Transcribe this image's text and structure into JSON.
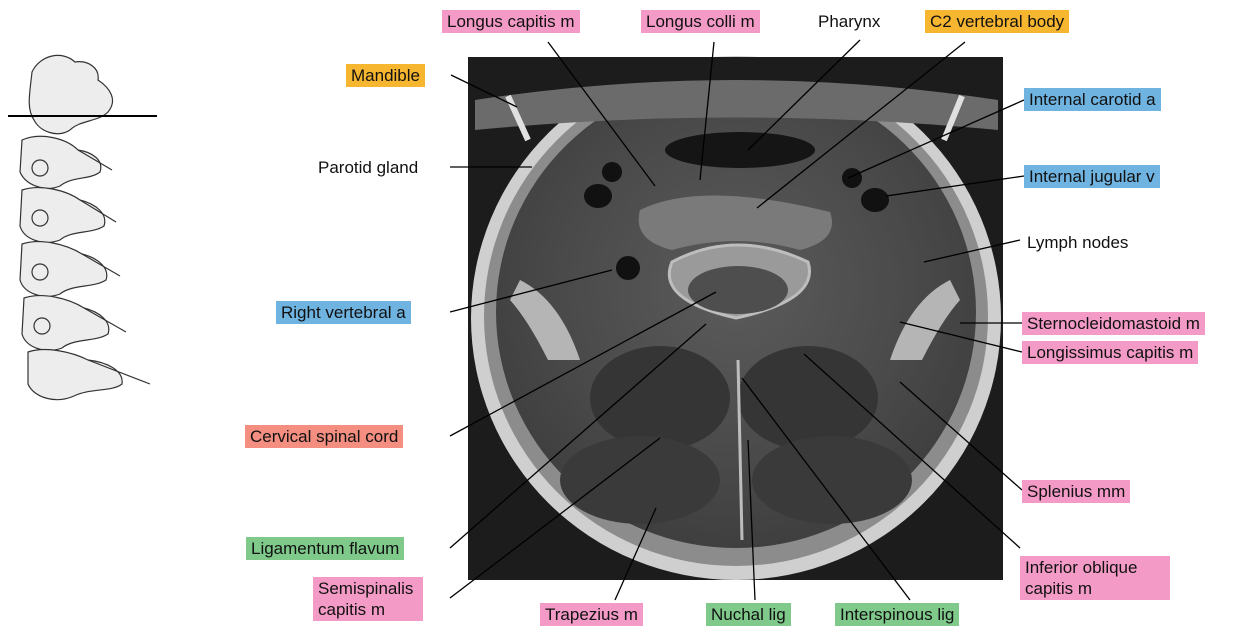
{
  "labels": {
    "longus_capitis": "Longus capitis m",
    "longus_colli": "Longus colli m",
    "pharynx": "Pharynx",
    "c2_vertebral_body": "C2 vertebral body",
    "mandible": "Mandible",
    "internal_carotid": "Internal carotid a",
    "parotid_gland": "Parotid gland",
    "internal_jugular": "Internal jugular v",
    "lymph_nodes": "Lymph nodes",
    "right_vertebral": "Right vertebral a",
    "sternocleidomastoid": "Sternocleidomastoid m",
    "longissimus_capitis": "Longissimus capitis m",
    "cervical_spinal_cord": "Cervical spinal cord",
    "splenius": "Splenius mm",
    "ligamentum_flavum": "Ligamentum flavum",
    "inferior_oblique_line1": "Inferior oblique",
    "inferior_oblique_line2": "capitis m",
    "semispinalis_line1": "Semispinalis",
    "semispinalis_line2": "capitis m",
    "trapezius": "Trapezius m",
    "nuchal_lig": "Nuchal lig",
    "interspinous_lig": "Interspinous lig"
  },
  "colors": {
    "pink": "#f39bc6",
    "orange": "#f7b62f",
    "blue": "#6fb3e0",
    "salmon": "#f48e80",
    "green": "#7fc98b"
  }
}
